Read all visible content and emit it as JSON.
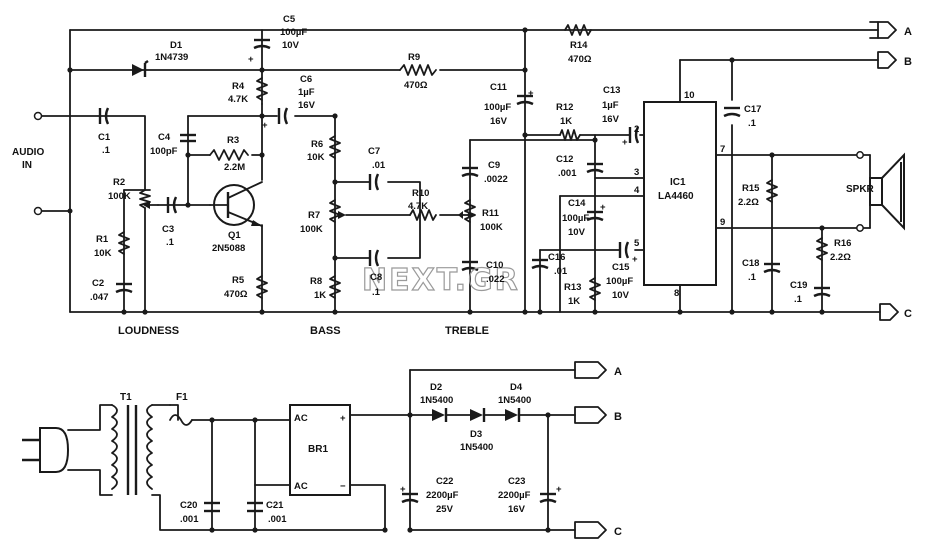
{
  "watermark": "NEXT.GR",
  "inputs": {
    "audio_label": "AUDIO",
    "audio_label2": "IN"
  },
  "section_labels": {
    "loudness": "LOUDNESS",
    "bass": "BASS",
    "treble": "TREBLE",
    "speaker": "SPKR"
  },
  "terminals": {
    "a": "A",
    "b": "B",
    "c": "C"
  },
  "parts": {
    "d1": [
      "D1",
      "1N4739"
    ],
    "c5": [
      "C5",
      "100µF",
      "10V"
    ],
    "r4": [
      "R4",
      "4.7K"
    ],
    "c6": [
      "C6",
      "1µF",
      "16V"
    ],
    "r9": [
      "R9",
      "470Ω"
    ],
    "c11": [
      "C11",
      "100µF",
      "16V"
    ],
    "r14": [
      "R14",
      "470Ω"
    ],
    "r12": [
      "R12",
      "1K"
    ],
    "c13": [
      "C13",
      "1µF",
      "16V"
    ],
    "c12": [
      "C12",
      ".001"
    ],
    "c1": [
      "C1",
      ".1"
    ],
    "c4": [
      "C4",
      "100pF"
    ],
    "r3": [
      "R3",
      "2.2M"
    ],
    "r6": [
      "R6",
      "10K"
    ],
    "c7": [
      "C7",
      ".01"
    ],
    "c9": [
      "C9",
      ".0022"
    ],
    "r2": [
      "R2",
      "100K"
    ],
    "c3": [
      "C3",
      ".1"
    ],
    "q1": [
      "Q1",
      "2N5088"
    ],
    "r1": [
      "R1",
      "10K"
    ],
    "c2": [
      "C2",
      ".047"
    ],
    "r5": [
      "R5",
      "470Ω"
    ],
    "r7": [
      "R7",
      "100K"
    ],
    "r10": [
      "R10",
      "4.7K"
    ],
    "r11": [
      "R11",
      "100K"
    ],
    "c8": [
      "C8",
      ".1"
    ],
    "r8": [
      "R8",
      "1K"
    ],
    "c10": [
      "C10",
      ".022"
    ],
    "c14": [
      "C14",
      "100µF",
      "10V"
    ],
    "c16": [
      "C16",
      ".01"
    ],
    "r13": [
      "R13",
      "1K"
    ],
    "c15": [
      "C15",
      "100µF",
      "10V"
    ],
    "ic1": [
      "IC1",
      "LA4460"
    ],
    "c17": [
      "C17",
      ".1"
    ],
    "r15": [
      "R15",
      "2.2Ω"
    ],
    "r16": [
      "R16",
      "2.2Ω"
    ],
    "c18": [
      "C18",
      ".1"
    ],
    "c19": [
      "C19",
      ".1"
    ],
    "t1": [
      "T1"
    ],
    "f1": [
      "F1"
    ],
    "br1": [
      "BR1",
      "AC",
      "AC"
    ],
    "d2": [
      "D2",
      "1N5400"
    ],
    "d3": [
      "D3",
      "1N5400"
    ],
    "d4": [
      "D4",
      "1N5400"
    ],
    "c20": [
      "C20",
      ".001"
    ],
    "c21": [
      "C21",
      ".001"
    ],
    "c22": [
      "C22",
      "2200µF",
      "25V"
    ],
    "c23": [
      "C23",
      "2200µF",
      "16V"
    ]
  },
  "ic_pins": {
    "p2": "2",
    "p3": "3",
    "p4": "4",
    "p5": "5",
    "p7": "7",
    "p8": "8",
    "p9": "9",
    "p10": "10"
  },
  "polarity": {
    "plus": "+",
    "minus": "−"
  }
}
